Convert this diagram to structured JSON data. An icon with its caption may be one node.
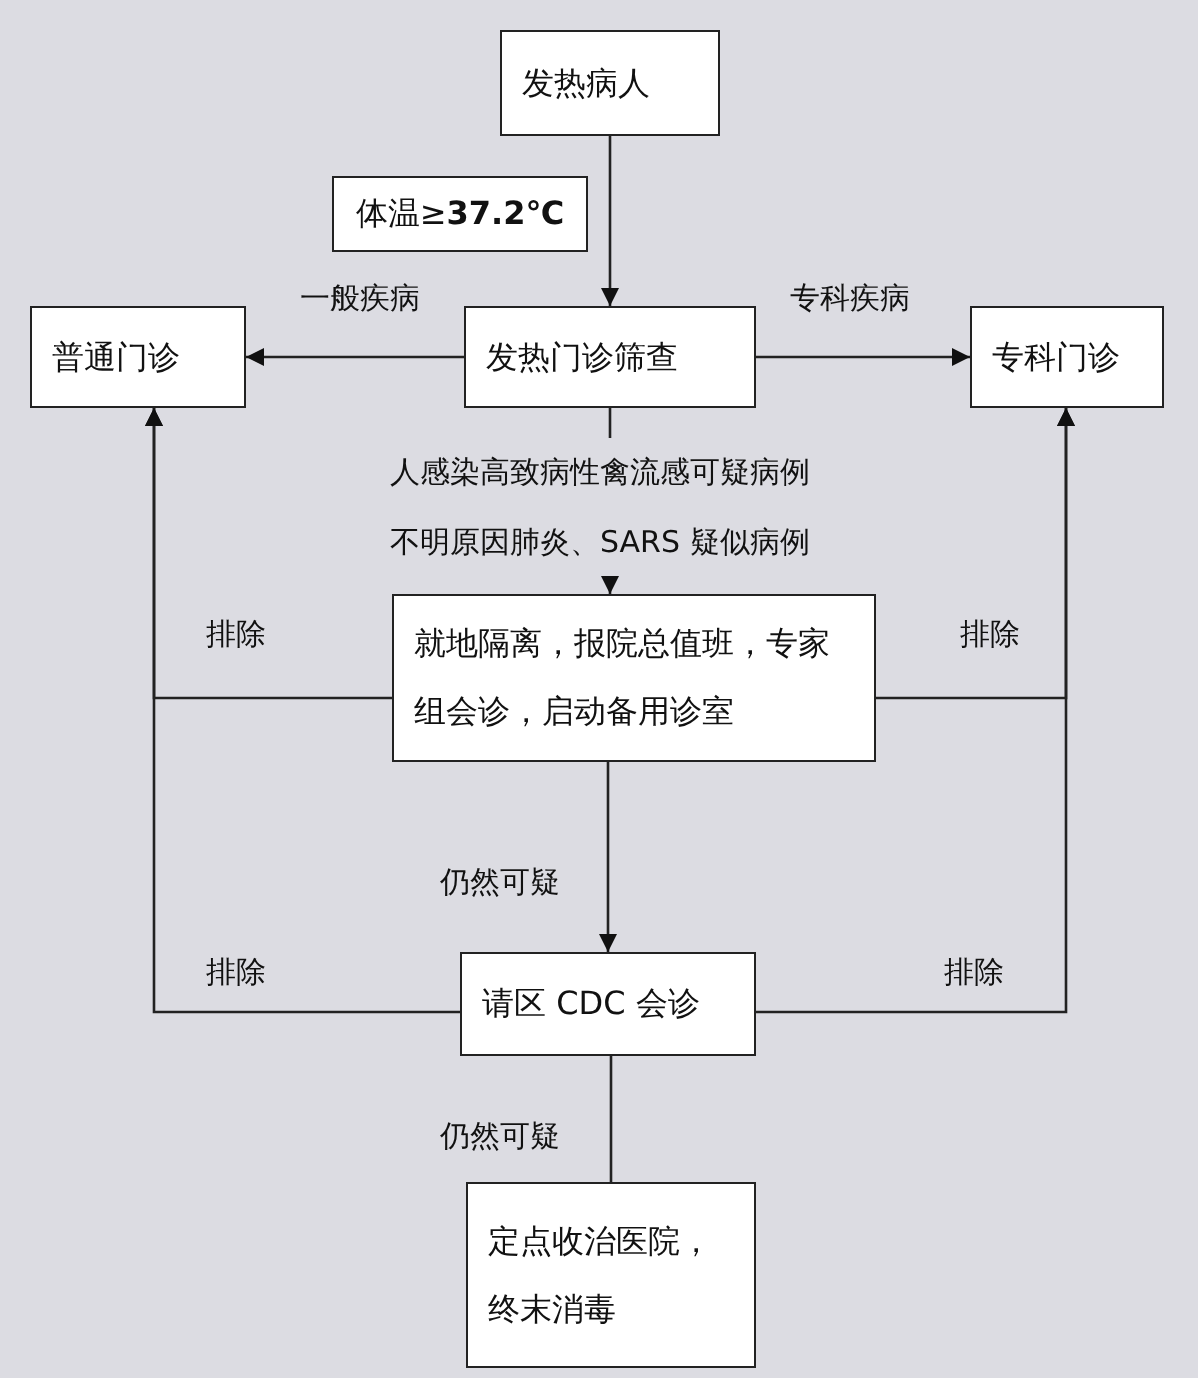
{
  "diagram": {
    "nodes": [
      {
        "text": [
          "发热病人"
        ]
      },
      {
        "text": [
          "体温≥**37.2℃**"
        ]
      },
      {
        "text": [
          "发热门诊筛查"
        ]
      },
      {
        "text": [
          "普通门诊"
        ]
      },
      {
        "text": [
          "专科门诊"
        ]
      },
      {
        "text": [
          "就地隔离，报院总值班，专家组会诊，启动备用诊室"
        ]
      },
      {
        "text": [
          "请区 CDC 会诊"
        ]
      },
      {
        "text": [
          "定点收治医院，终末消毒"
        ]
      }
    ],
    "edges": [
      {
        "from": 0,
        "to": 2,
        "arrow": "to"
      },
      {
        "from": 2,
        "to": 3,
        "arrow": "to",
        "label": "一般疾病"
      },
      {
        "from": 2,
        "to": 4,
        "arrow": "to",
        "label": "专科疾病"
      },
      {
        "from": 2,
        "to": 5,
        "arrow": "to",
        "label": "人感染高致病性禽流感可疑病例不明原因肺炎、SARS 疑似病例"
      },
      {
        "from": 5,
        "to": 3,
        "arrow": "to",
        "label": "排除"
      },
      {
        "from": 5,
        "to": 4,
        "arrow": "to",
        "label": "排除"
      },
      {
        "from": 6,
        "to": 3,
        "arrow": "to",
        "label": "排除"
      },
      {
        "from": 6,
        "to": 4,
        "arrow": "to",
        "label": "排除"
      },
      {
        "from": 5,
        "to": 6,
        "arrow": "to",
        "label": "仍然可疑"
      },
      {
        "from": 6,
        "to": 7,
        "arrow": "none",
        "label": "仍然可疑"
      }
    ]
  }
}
